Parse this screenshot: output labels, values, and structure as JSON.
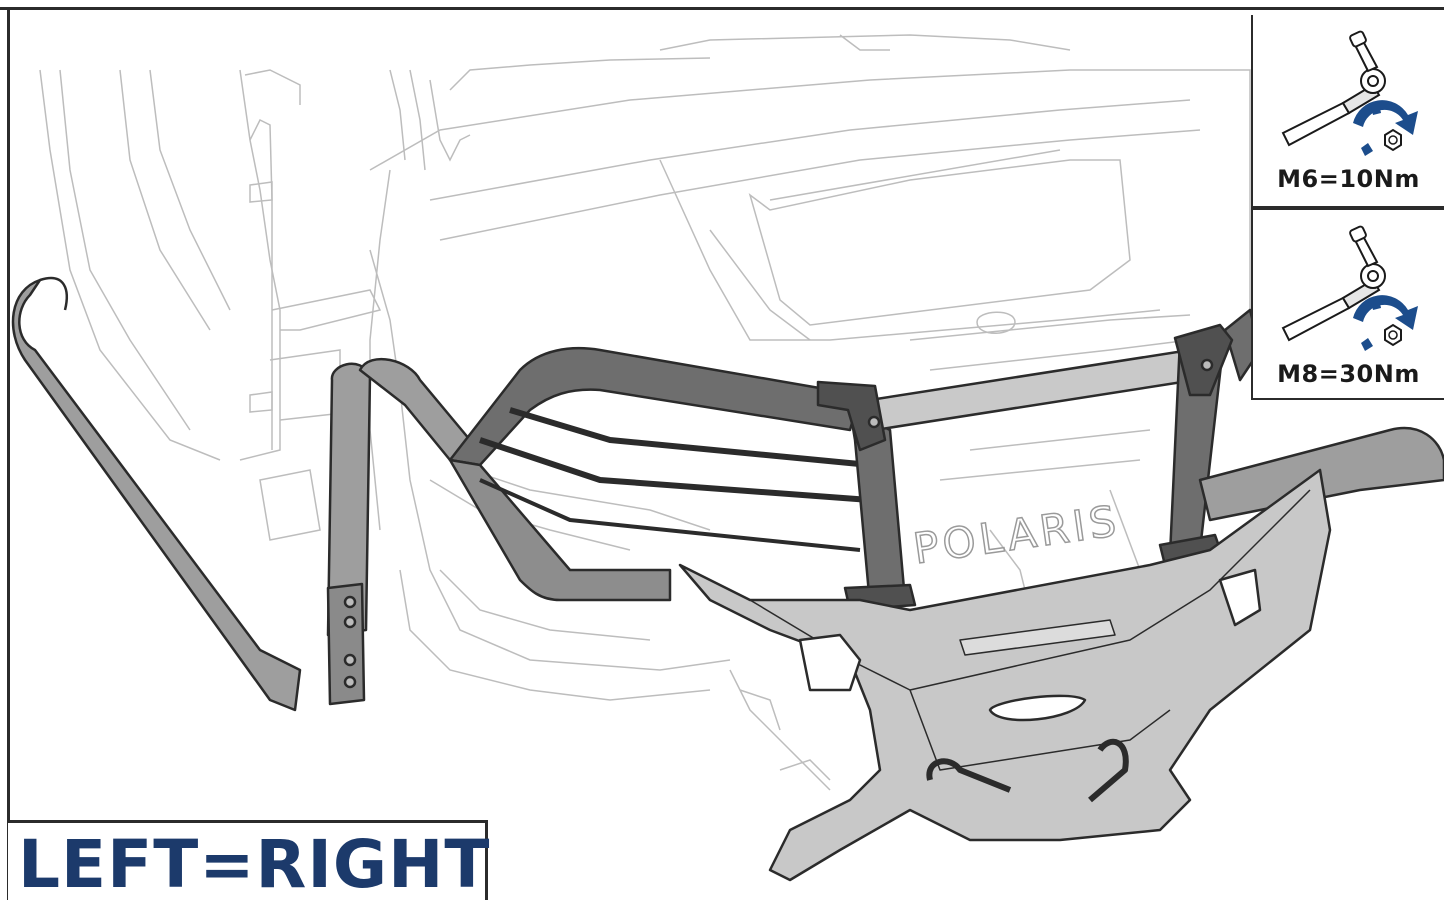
{
  "figure": {
    "caption": "LEFT=RIGHT",
    "brand_mark": "POLARIS",
    "caption_color": "#1c3a6b",
    "torque_arrow_color": "#1c4d8c"
  },
  "torque_specs": [
    {
      "label": "M6=10Nm",
      "icon": "torque-wrench-icon"
    },
    {
      "label": "M8=30Nm",
      "icon": "torque-wrench-icon"
    }
  ]
}
